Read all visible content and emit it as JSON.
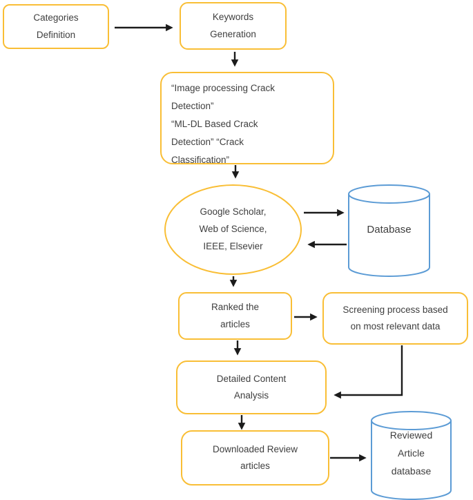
{
  "diagram": {
    "type": "flowchart",
    "nodes": {
      "categories": {
        "label": "Categories\nDefinition",
        "shape": "rounded-rect"
      },
      "keywords_generation": {
        "label": "Keywords\nGeneration",
        "shape": "rounded-rect"
      },
      "keywords_list": {
        "label": "“Image processing Crack\nDetection”\n“ML-DL Based Crack\nDetection” “Crack\nClassification”",
        "shape": "rounded-rect"
      },
      "sources": {
        "label": "Google Scholar,\nWeb of Science,\nIEEE, Elsevier",
        "shape": "ellipse"
      },
      "database": {
        "label": "Database",
        "shape": "cylinder"
      },
      "ranked": {
        "label": "Ranked the\narticles",
        "shape": "rounded-rect"
      },
      "screening": {
        "label": "Screening process based\non most relevant data",
        "shape": "rounded-rect"
      },
      "detailed": {
        "label": "Detailed Content\nAnalysis",
        "shape": "rounded-rect"
      },
      "downloaded": {
        "label": "Downloaded Review\narticles",
        "shape": "rounded-rect"
      },
      "reviewed_db": {
        "label": "Reviewed\nArticle\ndatabase",
        "shape": "cylinder"
      }
    },
    "colors": {
      "process_border": "#f9be35",
      "cylinder_border": "#5b9bd5",
      "arrow": "#1b1b1b",
      "text": "#3e3e3e",
      "background": "#ffffff"
    }
  }
}
